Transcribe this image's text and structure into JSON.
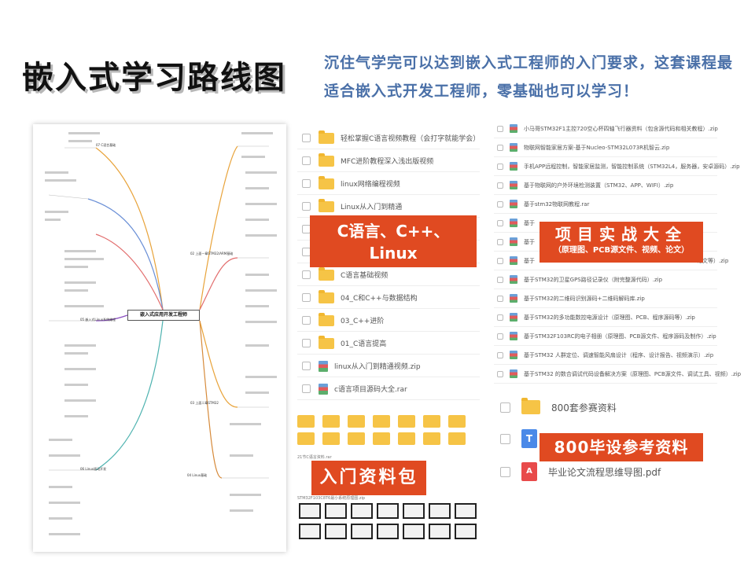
{
  "title": "嵌入式学习路线图",
  "subtitle": "沉住气学完可以达到嵌入式工程师的入门要求，这套课程最适合嵌入式开发工程师，零基础也可以学习！",
  "mindmap": {
    "center": "嵌入式应用开发工程师",
    "branches": [
      "07 C语言基础",
      "02 上面一章STM32/ARM基础",
      "03 上面二章STM32",
      "04 Linux基础",
      "05 嵌入式Linux系统编程",
      "06 Linux驱动开发"
    ]
  },
  "mid_files": [
    {
      "name": "轻松掌握C语言视频教程（会打字就能学会）",
      "type": "folder"
    },
    {
      "name": "MFC进阶教程深入浅出版视频",
      "type": "folder"
    },
    {
      "name": "linux网络编程视频",
      "type": "folder"
    },
    {
      "name": "Linux从入门到精通",
      "type": "folder"
    },
    {
      "name": "",
      "type": "folder"
    },
    {
      "name": "",
      "type": "folder"
    },
    {
      "name": "C语言基础视频",
      "type": "folder"
    },
    {
      "name": "04_C和C++与数据结构",
      "type": "folder"
    },
    {
      "name": "03_C++进阶",
      "type": "folder"
    },
    {
      "name": "01_C语言提高",
      "type": "folder"
    },
    {
      "name": "linux从入门到精通视频.zip",
      "type": "zip"
    },
    {
      "name": "c语言项目源码大全.rar",
      "type": "zip"
    }
  ],
  "right_files": [
    "小马哥STM32F1主控720空心杯四轴飞行器资料（包含源代码和相关教程）.zip",
    "物联网智能家居方案-基于Nucleo-STM32L073R机智云.zip",
    "手机APP远程控制，智能家居监测，智能控制系统（STM32L4，服务器，安卓源码）.zip",
    "基于物联网的户外环境检测装置（STM32、APP、WIFI）.zip",
    "基于stm32物联网教程.rar",
    "",
    "",
    "",
    "基于STM32的卫星GPS路径记录仪（附完整源代码）.zip",
    "基于STM32的二维码识别源码+二维码解码库.zip",
    "基于STM32的多功能数控电源设计（原理图、PCB、程序源码等）.zip",
    "基于STM32F103RC的电子相册（原理图、PCB源文件、程序源码及制作）.zip",
    "基于STM32 人群定位、调速智能风扇设计（程序、设计报告、视频演示）.zip",
    "基于STM32 的数合调试代码设备解决方案（原理图、PCB源文件、调试工具、视频）.zip"
  ],
  "right_partial": {
    "row5": "基于",
    "row6": "基于",
    "row7": "基于",
    "row7_tail": "论文等）.zip"
  },
  "banners": {
    "c_line1": "C语言、C++、",
    "c_line2": "Linux",
    "project_big": "项目实战大全",
    "project_small": "（原理图、PCB源文件、视频、论文）",
    "entry": "入门资料包",
    "ref800": "800毕设参考资料"
  },
  "bottom_files": [
    {
      "name": "800套参赛资料",
      "icon": "folder"
    },
    {
      "name": "",
      "icon": "doc"
    },
    {
      "name": "毕业论文流程思维导图.pdf",
      "icon": "pdf"
    }
  ],
  "icons": {
    "doc_letter": "T",
    "pdf_letter": "A"
  },
  "thumbs": {
    "file1": "21节C语言资料.rar",
    "file2": "STM32F103C8T6最小系统原理图.zip"
  },
  "colors": {
    "accent": "#e04a21",
    "subtitle": "#4a70a8",
    "folder": "#f6c446"
  }
}
